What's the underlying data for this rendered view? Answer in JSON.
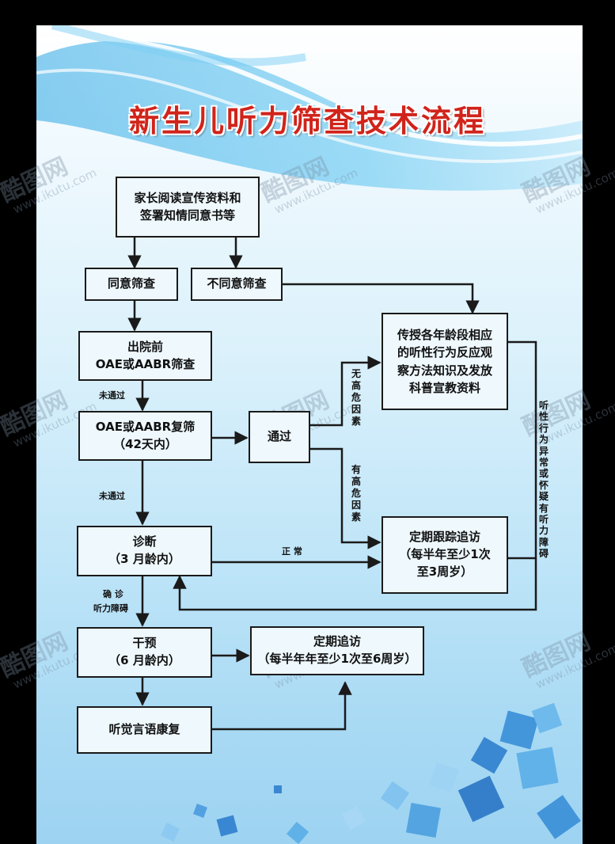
{
  "title": "新生儿听力筛查技术流程",
  "watermark": {
    "logo": "酷图网",
    "url": "www.ikutu.com"
  },
  "nodes": {
    "start": [
      "家长阅读宣传资料和",
      "签署知情同意书等"
    ],
    "agree": "同意筛查",
    "disagree": "不同意筛查",
    "teach": [
      "传授各年龄段相应",
      "的听性行为反应观",
      "察方法知识及发放",
      "科普宣教资料"
    ],
    "pre_discharge": [
      "出院前",
      "OAE或AABR筛查"
    ],
    "rescreen": [
      "OAE或AABR复筛",
      "（42天内）"
    ],
    "pass": "通过",
    "followup_regular": [
      "定期跟踪追访",
      "（每半年至少1次",
      "至3周岁）"
    ],
    "diagnosis": [
      "诊断",
      "（3 月龄内）"
    ],
    "intervention": [
      "干预",
      "（6 月龄内）"
    ],
    "followup_6y": [
      "定期追访",
      "（每半年年至少1次至6周岁）"
    ],
    "rehab": "听觉言语康复"
  },
  "edge_labels": {
    "not_passed_1": "未通过",
    "not_passed_2": "未通过",
    "no_high_risk": "无高危因素",
    "high_risk": "有高危因素",
    "normal": "正 常",
    "confirmed_line1": "确 诊",
    "confirmed_line2": "听力障碍",
    "abnormal_hearing": "听性行为异常或怀疑有听力障碍"
  },
  "colors": {
    "title_red": "#d0241b",
    "line": "#1a1a1a",
    "box_fill": "#eef8fd"
  }
}
